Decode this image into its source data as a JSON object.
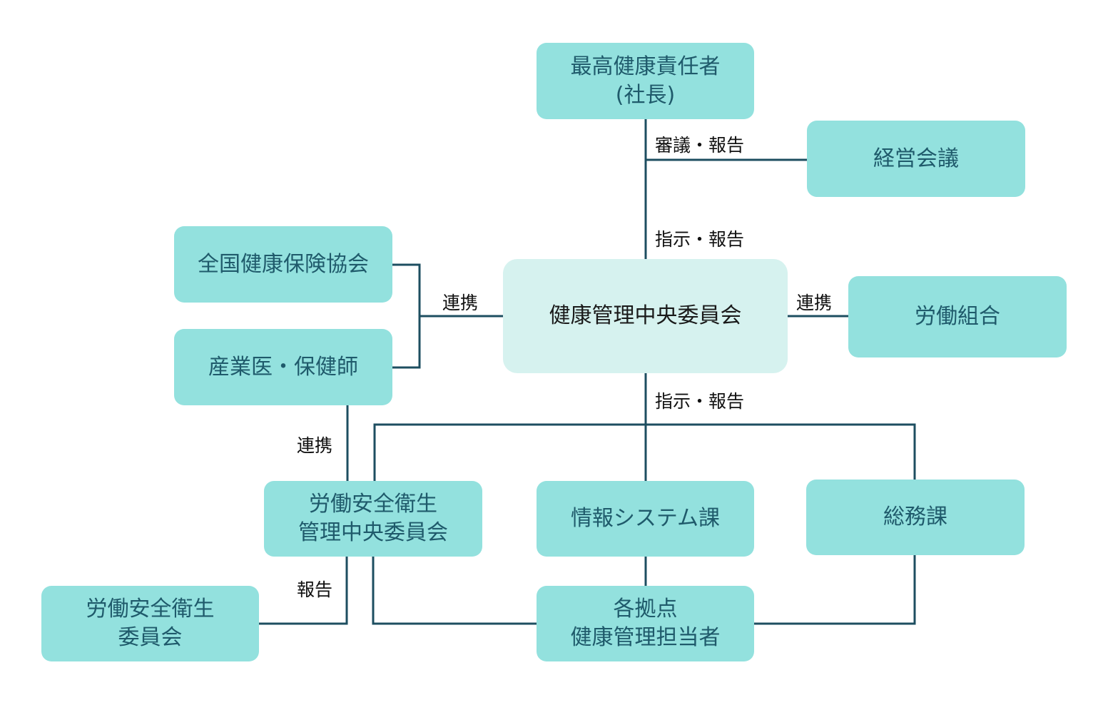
{
  "nodes": {
    "ceo": [
      "最高健康責任者",
      "(社長)"
    ],
    "mgmt_meeting": [
      "経営会議"
    ],
    "central": [
      "健康管理中央委員会"
    ],
    "kyokai": [
      "全国健康保険協会"
    ],
    "doctor": [
      "産業医・保健師"
    ],
    "union": [
      "労働組合"
    ],
    "safety_central": [
      "労働安全衛生",
      "管理中央委員会"
    ],
    "it": [
      "情報システム課"
    ],
    "general": [
      "総務課"
    ],
    "safety_committee": [
      "労働安全衛生",
      "委員会"
    ],
    "site": [
      "各拠点",
      "健康管理担当者"
    ]
  },
  "labels": {
    "deliberate_report": "審議・報告",
    "instruct_report_top": "指示・報告",
    "cooperate_left": "連携",
    "cooperate_right": "連携",
    "instruct_report_bottom": "指示・報告",
    "cooperate_vertical": "連携",
    "report": "報告"
  },
  "colors": {
    "node": "#93e1de",
    "center": "#d6f2ef",
    "node_text": "#1f5a6b",
    "line": "#1d4e60"
  }
}
